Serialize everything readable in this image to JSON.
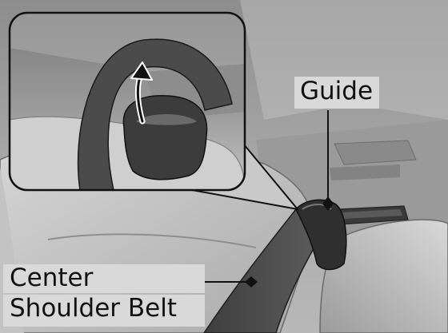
{
  "labels": {
    "guide": "Guide",
    "center_line1": "Center",
    "center_line2": "Shoulder Belt"
  },
  "colors": {
    "background": "#9e9e9e",
    "callout_box": "#d9d9d9",
    "outline": "#111111",
    "belt_dark": "#4a4a4a"
  }
}
